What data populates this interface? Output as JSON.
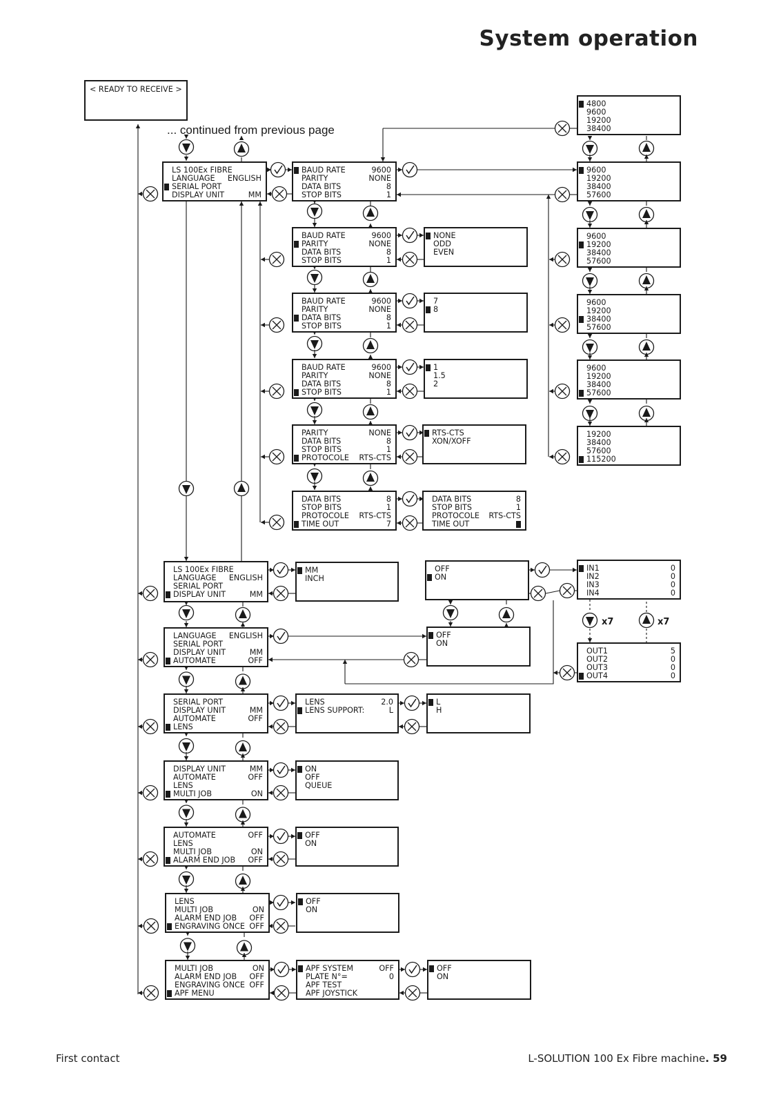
{
  "header": {
    "title": "System operation"
  },
  "continued": "... continued from previous page",
  "footer": {
    "left": "First contact",
    "right_text": "L-SOLUTION 100 Ex Fibre machine",
    "page": ". 59"
  },
  "multiplier": "x7",
  "screens": [
    {
      "id": "ready",
      "rows": [
        {
          "l": "< READY TO RECEIVE >",
          "v": ""
        }
      ]
    },
    {
      "id": "m1",
      "rows": [
        {
          "l": "LS 100Ex FIBRE",
          "v": ""
        },
        {
          "l": "LANGUAGE",
          "v": "ENGLISH"
        },
        {
          "l": "SERIAL PORT",
          "v": "",
          "sel": true
        },
        {
          "l": "DISPLAY UNIT",
          "v": "MM"
        }
      ]
    },
    {
      "id": "s1",
      "rows": [
        {
          "l": "BAUD RATE",
          "v": "9600",
          "sel": true
        },
        {
          "l": "PARITY",
          "v": "NONE"
        },
        {
          "l": "DATA BITS",
          "v": "8"
        },
        {
          "l": "STOP BITS",
          "v": "1"
        }
      ]
    },
    {
      "id": "s2",
      "rows": [
        {
          "l": "BAUD RATE",
          "v": "9600"
        },
        {
          "l": "PARITY",
          "v": "NONE",
          "sel": true
        },
        {
          "l": "DATA BITS",
          "v": "8"
        },
        {
          "l": "STOP BITS",
          "v": "1"
        }
      ]
    },
    {
      "id": "s3",
      "rows": [
        {
          "l": "BAUD RATE",
          "v": "9600"
        },
        {
          "l": "PARITY",
          "v": "NONE"
        },
        {
          "l": "DATA BITS",
          "v": "8",
          "sel": true
        },
        {
          "l": "STOP BITS",
          "v": "1"
        }
      ]
    },
    {
      "id": "s4",
      "rows": [
        {
          "l": "BAUD RATE",
          "v": "9600"
        },
        {
          "l": "PARITY",
          "v": "NONE"
        },
        {
          "l": "DATA BITS",
          "v": "8"
        },
        {
          "l": "STOP BITS",
          "v": "1",
          "sel": true
        }
      ]
    },
    {
      "id": "s5",
      "rows": [
        {
          "l": "PARITY",
          "v": "NONE"
        },
        {
          "l": "DATA BITS",
          "v": "8"
        },
        {
          "l": "STOP BITS",
          "v": "1"
        },
        {
          "l": "PROTOCOLE",
          "v": "RTS-CTS",
          "sel": true
        }
      ]
    },
    {
      "id": "s6",
      "rows": [
        {
          "l": "DATA BITS",
          "v": "8"
        },
        {
          "l": "STOP BITS",
          "v": "1"
        },
        {
          "l": "PROTOCOLE",
          "v": "RTS-CTS"
        },
        {
          "l": "TIME OUT",
          "v": "7",
          "sel": true
        }
      ]
    },
    {
      "id": "o2",
      "rows": [
        {
          "l": "NONE",
          "v": "",
          "sel": true
        },
        {
          "l": "ODD",
          "v": ""
        },
        {
          "l": "EVEN",
          "v": ""
        }
      ]
    },
    {
      "id": "o3",
      "rows": [
        {
          "l": "7",
          "v": ""
        },
        {
          "l": "8",
          "v": "",
          "sel": true
        }
      ]
    },
    {
      "id": "o4",
      "rows": [
        {
          "l": "1",
          "v": "",
          "sel": true
        },
        {
          "l": "1.5",
          "v": ""
        },
        {
          "l": "2",
          "v": ""
        }
      ]
    },
    {
      "id": "o5",
      "rows": [
        {
          "l": "RTS-CTS",
          "v": "",
          "sel": true
        },
        {
          "l": "XON/XOFF",
          "v": ""
        }
      ]
    },
    {
      "id": "o6",
      "rows": [
        {
          "l": "DATA BITS",
          "v": "8"
        },
        {
          "l": "STOP BITS",
          "v": "1"
        },
        {
          "l": "PROTOCOLE",
          "v": "RTS-CTS"
        },
        {
          "l": "TIME OUT",
          "v": "",
          "cursor": true
        }
      ]
    },
    {
      "id": "b0",
      "rows": [
        {
          "l": "4800",
          "v": "",
          "sel": true
        },
        {
          "l": "9600",
          "v": ""
        },
        {
          "l": "19200",
          "v": ""
        },
        {
          "l": "38400",
          "v": ""
        }
      ]
    },
    {
      "id": "b1",
      "rows": [
        {
          "l": "9600",
          "v": "",
          "sel": true
        },
        {
          "l": "19200",
          "v": ""
        },
        {
          "l": "38400",
          "v": ""
        },
        {
          "l": "57600",
          "v": ""
        }
      ]
    },
    {
      "id": "b2",
      "rows": [
        {
          "l": "9600",
          "v": ""
        },
        {
          "l": "19200",
          "v": "",
          "sel": true
        },
        {
          "l": "38400",
          "v": ""
        },
        {
          "l": "57600",
          "v": ""
        }
      ]
    },
    {
      "id": "b3",
      "rows": [
        {
          "l": "9600",
          "v": ""
        },
        {
          "l": "19200",
          "v": ""
        },
        {
          "l": "38400",
          "v": "",
          "sel": true
        },
        {
          "l": "57600",
          "v": ""
        }
      ]
    },
    {
      "id": "b4",
      "rows": [
        {
          "l": "9600",
          "v": ""
        },
        {
          "l": "19200",
          "v": ""
        },
        {
          "l": "38400",
          "v": ""
        },
        {
          "l": "57600",
          "v": "",
          "sel": true
        }
      ]
    },
    {
      "id": "b5",
      "rows": [
        {
          "l": "19200",
          "v": ""
        },
        {
          "l": "38400",
          "v": ""
        },
        {
          "l": "57600",
          "v": ""
        },
        {
          "l": "115200",
          "v": "",
          "sel": true
        }
      ]
    },
    {
      "id": "m2",
      "rows": [
        {
          "l": "LS 100Ex FIBRE",
          "v": ""
        },
        {
          "l": "LANGUAGE",
          "v": "ENGLISH"
        },
        {
          "l": "SERIAL PORT",
          "v": ""
        },
        {
          "l": "DISPLAY UNIT",
          "v": "MM",
          "sel": true
        }
      ]
    },
    {
      "id": "m3",
      "rows": [
        {
          "l": "LANGUAGE",
          "v": "ENGLISH"
        },
        {
          "l": "SERIAL PORT",
          "v": ""
        },
        {
          "l": "DISPLAY UNIT",
          "v": "MM"
        },
        {
          "l": "AUTOMATE",
          "v": "OFF",
          "sel": true
        }
      ]
    },
    {
      "id": "m4",
      "rows": [
        {
          "l": "SERIAL PORT",
          "v": ""
        },
        {
          "l": "DISPLAY UNIT",
          "v": "MM"
        },
        {
          "l": "AUTOMATE",
          "v": "OFF"
        },
        {
          "l": "LENS",
          "v": "",
          "sel": true
        }
      ]
    },
    {
      "id": "m5",
      "rows": [
        {
          "l": "DISPLAY UNIT",
          "v": "MM"
        },
        {
          "l": "AUTOMATE",
          "v": "OFF"
        },
        {
          "l": "LENS",
          "v": ""
        },
        {
          "l": "MULTI JOB",
          "v": "ON",
          "sel": true
        }
      ]
    },
    {
      "id": "m6",
      "rows": [
        {
          "l": "AUTOMATE",
          "v": "OFF"
        },
        {
          "l": "LENS",
          "v": ""
        },
        {
          "l": "MULTI JOB",
          "v": "ON"
        },
        {
          "l": "ALARM END JOB",
          "v": "OFF",
          "sel": true
        }
      ]
    },
    {
      "id": "m7",
      "rows": [
        {
          "l": "LENS",
          "v": ""
        },
        {
          "l": "MULTI JOB",
          "v": "ON"
        },
        {
          "l": "ALARM END JOB",
          "v": "OFF"
        },
        {
          "l": "ENGRAVING ONCE",
          "v": "OFF",
          "sel": true
        }
      ]
    },
    {
      "id": "m8",
      "rows": [
        {
          "l": "MULTI JOB",
          "v": "ON"
        },
        {
          "l": "ALARM END JOB",
          "v": "OFF"
        },
        {
          "l": "ENGRAVING ONCE",
          "v": "OFF"
        },
        {
          "l": "APF MENU",
          "v": "",
          "sel": true
        }
      ]
    },
    {
      "id": "d2",
      "rows": [
        {
          "l": "MM",
          "v": "",
          "sel": true
        },
        {
          "l": "INCH",
          "v": ""
        }
      ]
    },
    {
      "id": "a1",
      "rows": [
        {
          "l": "OFF",
          "v": ""
        },
        {
          "l": "ON",
          "v": "",
          "sel": true
        }
      ]
    },
    {
      "id": "a3",
      "rows": [
        {
          "l": "OFF",
          "v": "",
          "sel": true
        },
        {
          "l": "ON",
          "v": ""
        }
      ]
    },
    {
      "id": "in",
      "rows": [
        {
          "l": "IN1",
          "v": "0",
          "sel": true
        },
        {
          "l": "IN2",
          "v": "0"
        },
        {
          "l": "IN3",
          "v": "0"
        },
        {
          "l": "IN4",
          "v": "0"
        }
      ]
    },
    {
      "id": "out",
      "rows": [
        {
          "l": "OUT1",
          "v": "5"
        },
        {
          "l": "OUT2",
          "v": "0"
        },
        {
          "l": "OUT3",
          "v": "0"
        },
        {
          "l": "OUT4",
          "v": "0",
          "sel": true
        }
      ]
    },
    {
      "id": "l1",
      "rows": [
        {
          "l": "LENS",
          "v": "2.0"
        },
        {
          "l": "LENS SUPPORT:",
          "v": "L",
          "sel": true
        }
      ]
    },
    {
      "id": "l2",
      "rows": [
        {
          "l": "L",
          "v": "",
          "sel": true
        },
        {
          "l": "H",
          "v": ""
        }
      ]
    },
    {
      "id": "j1",
      "rows": [
        {
          "l": "ON",
          "v": "",
          "sel": true
        },
        {
          "l": "OFF",
          "v": ""
        },
        {
          "l": "QUEUE",
          "v": ""
        }
      ]
    },
    {
      "id": "e1",
      "rows": [
        {
          "l": "OFF",
          "v": "",
          "sel": true
        },
        {
          "l": "ON",
          "v": ""
        }
      ]
    },
    {
      "id": "g1",
      "rows": [
        {
          "l": "OFF",
          "v": "",
          "sel": true
        },
        {
          "l": "ON",
          "v": ""
        }
      ]
    },
    {
      "id": "p1",
      "rows": [
        {
          "l": "APF SYSTEM",
          "v": "OFF",
          "sel": true
        },
        {
          "l": "PLATE N°=",
          "v": "0"
        },
        {
          "l": "APF TEST",
          "v": ""
        },
        {
          "l": "APF JOYSTICK",
          "v": ""
        }
      ]
    },
    {
      "id": "p2",
      "rows": [
        {
          "l": "OFF",
          "v": "",
          "sel": true
        },
        {
          "l": "ON",
          "v": ""
        }
      ]
    }
  ]
}
